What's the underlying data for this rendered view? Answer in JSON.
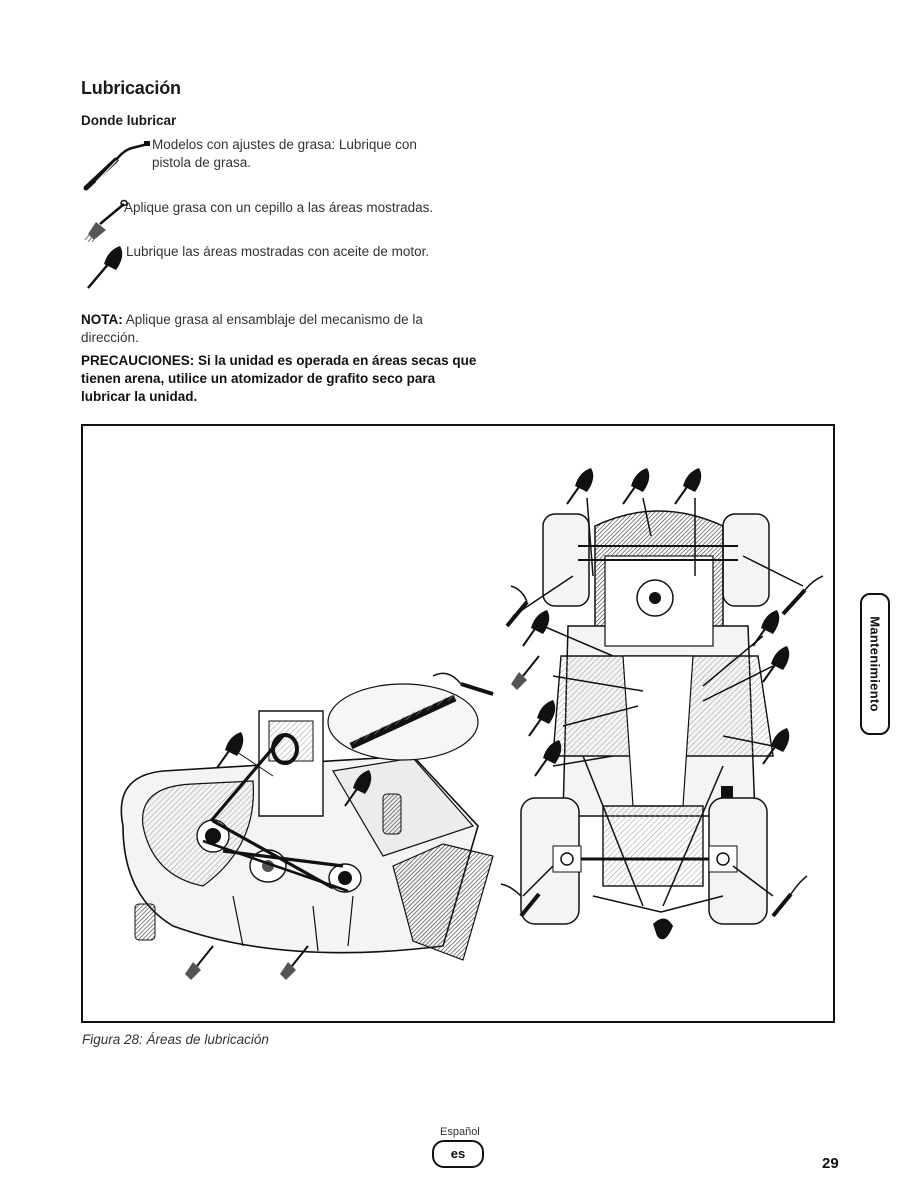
{
  "section_title": "Lubricación",
  "subsection_title": "Donde lubricar",
  "legend": {
    "grease_gun_text_1": "Modelos con ajustes de grasa: Lubrique con",
    "grease_gun_text_2": "pistola de grasa.",
    "brush_text": "Aplique grasa con un cepillo a las áreas mostradas.",
    "oil_text": "Lubrique las áreas mostradas con aceite de motor."
  },
  "note": {
    "label": "NOTA:",
    "text_1": "Aplique grasa al ensamblaje del mecanismo de la",
    "text_2": "dirección."
  },
  "caution": {
    "line_1": "PRECAUCIONES: Si la unidad es operada en áreas secas que",
    "line_2": "tienen arena, utilice un atomizador de grafito seco para",
    "line_3": "lubricar la unidad."
  },
  "figure_caption": "Figura 28: Áreas de lubricación",
  "side_tab": "Mantenimiento",
  "footer": {
    "language_label": "Español",
    "language_code": "es",
    "page_number": "29"
  },
  "icons": [
    "grease-gun-icon",
    "brush-icon",
    "oil-can-icon"
  ]
}
